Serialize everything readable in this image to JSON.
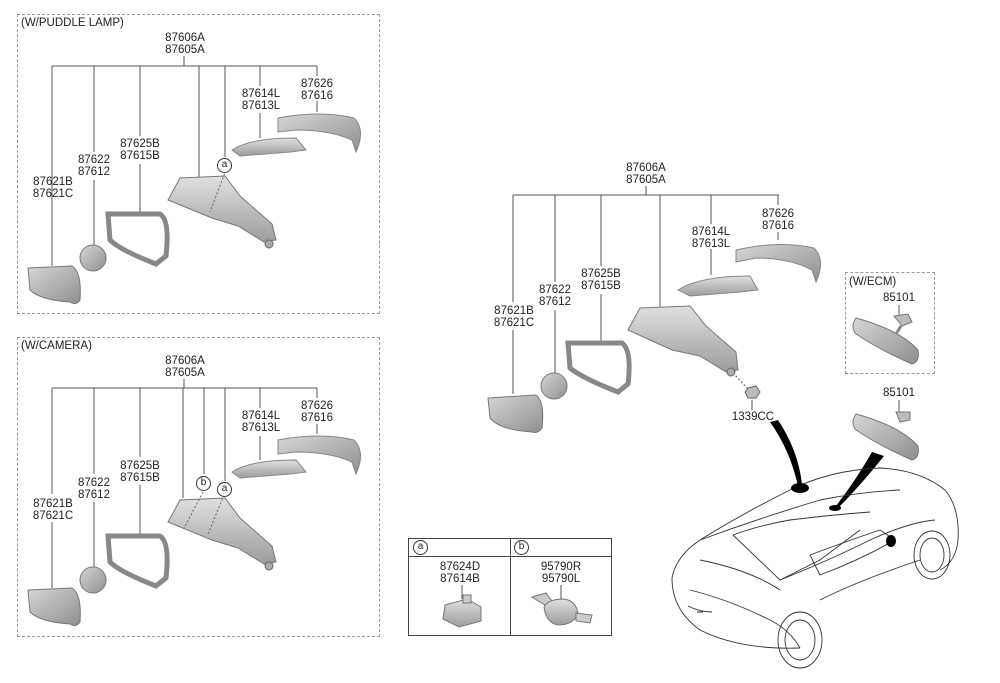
{
  "sections": {
    "puddle_lamp": {
      "title": "(W/PUDDLE LAMP)",
      "assembly": [
        "87606A",
        "87605A"
      ],
      "parts": [
        {
          "name": "mirror-glass",
          "codes": [
            "87621B",
            "87621C"
          ]
        },
        {
          "name": "puddle-lamp",
          "codes": [
            "87622",
            "87612"
          ]
        },
        {
          "name": "holder",
          "codes": [
            "87625B",
            "87615B"
          ]
        },
        {
          "name": "side-repeater",
          "codes": [
            "87614L",
            "87613L"
          ]
        },
        {
          "name": "scalp-cover",
          "codes": [
            "87626",
            "87616"
          ]
        }
      ],
      "callouts": [
        "a"
      ]
    },
    "camera": {
      "title": "(W/CAMERA)",
      "assembly": [
        "87606A",
        "87605A"
      ],
      "parts": [
        {
          "name": "mirror-glass",
          "codes": [
            "87621B",
            "87621C"
          ]
        },
        {
          "name": "puddle-lamp",
          "codes": [
            "87622",
            "87612"
          ]
        },
        {
          "name": "holder",
          "codes": [
            "87625B",
            "87615B"
          ]
        },
        {
          "name": "side-repeater",
          "codes": [
            "87614L",
            "87613L"
          ]
        },
        {
          "name": "scalp-cover",
          "codes": [
            "87626",
            "87616"
          ]
        }
      ],
      "callouts": [
        "b",
        "a"
      ]
    },
    "standard": {
      "assembly": [
        "87606A",
        "87605A"
      ],
      "parts": [
        {
          "name": "mirror-glass",
          "codes": [
            "87621B",
            "87621C"
          ]
        },
        {
          "name": "puddle-lamp",
          "codes": [
            "87622",
            "87612"
          ]
        },
        {
          "name": "holder",
          "codes": [
            "87625B",
            "87615B"
          ]
        },
        {
          "name": "side-repeater",
          "codes": [
            "87614L",
            "87613L"
          ]
        },
        {
          "name": "scalp-cover",
          "codes": [
            "87626",
            "87616"
          ]
        }
      ],
      "nut": "1339CC"
    },
    "ecm": {
      "title": "(W/ECM)",
      "code": "85101"
    },
    "inside_mirror": {
      "code": "85101"
    },
    "legend": [
      {
        "key": "a",
        "codes": [
          "87624D",
          "87614B"
        ]
      },
      {
        "key": "b",
        "codes": [
          "95790R",
          "95790L"
        ]
      }
    ]
  }
}
